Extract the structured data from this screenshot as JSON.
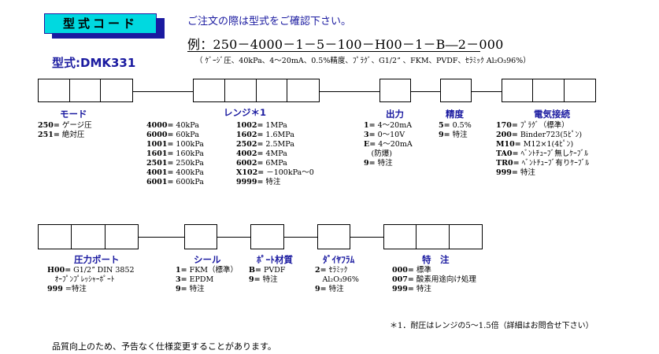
{
  "title_tab": "型式コード",
  "order_note": "ご注文の際は型式をご確認下さい。",
  "example_code": "例：250－4000－1－5－100－H00－1－B―2－000",
  "example_desc": "（ ｹﾞｰｼﾞ圧、40kPa、4～20mA、0.5%精度、ﾌﾟﾗｸﾞ、G1/2ˮ 、FKM、PVDF、ｾﾗﾐｯｸ Al₂O₃96%）",
  "model": "型式:DMK331",
  "sections": {
    "mode": {
      "header": "モード",
      "options": [
        [
          "250=",
          "ゲージ圧"
        ],
        [
          "251=",
          "絶対圧"
        ]
      ]
    },
    "range": {
      "header": "レンジ＊1",
      "col1": [
        [
          "4000=",
          "40kPa"
        ],
        [
          "6000=",
          "60kPa"
        ],
        [
          "1001=",
          "100kPa"
        ],
        [
          "1601=",
          "160kPa"
        ],
        [
          "2501=",
          "250kPa"
        ],
        [
          "4001=",
          "400kPa"
        ],
        [
          "6001=",
          "600kPa"
        ]
      ],
      "col2": [
        [
          "1002=",
          "1MPa"
        ],
        [
          "1602=",
          "1.6MPa"
        ],
        [
          "2502=",
          "2.5MPa"
        ],
        [
          "4002=",
          "4MPa"
        ],
        [
          "6002=",
          "6MPa"
        ],
        [
          "X102=",
          "－100kPa～0"
        ],
        [
          "9999=",
          "特注"
        ]
      ]
    },
    "output": {
      "header": "出力",
      "options": [
        [
          "1=",
          "4～20mA"
        ],
        [
          "3=",
          "0～10V"
        ],
        [
          "E=",
          "4～20mA"
        ],
        [
          "",
          "(防爆)"
        ],
        [
          "9=",
          "特注"
        ]
      ]
    },
    "accuracy": {
      "header": "精度",
      "options": [
        [
          "5=",
          "0.5%"
        ],
        [
          "9=",
          "特注"
        ]
      ]
    },
    "electrical": {
      "header": "電気接続",
      "options": [
        [
          "170=",
          "ﾌﾟﾗｸﾞ（標準）"
        ],
        [
          "200=",
          "Binder723(5ﾋﾟﾝ)"
        ],
        [
          "M10=",
          "M12×1(4ﾋﾟﾝ)"
        ],
        [
          "TA0=",
          "ﾍﾞﾝﾄﾁｭｰﾌﾞ無しｹｰﾌﾞﾙ"
        ],
        [
          "TR0=",
          "ﾍﾞﾝﾄﾁｭｰﾌﾞ有りｹｰﾌﾞﾙ"
        ],
        [
          "999=",
          "特注"
        ]
      ]
    },
    "pressure_port": {
      "header": "圧力ポート",
      "options": [
        [
          "H00=",
          "G1/2ˮ DIN 3852"
        ],
        [
          "",
          "ｵｰﾌﾟﾝﾌﾟﾚｯｼｬｰﾎﾟｰﾄ"
        ],
        [
          "999",
          "=特注"
        ]
      ]
    },
    "seal": {
      "header": "シール",
      "options": [
        [
          "1=",
          "FKM（標準）"
        ],
        [
          "3=",
          "EPDM"
        ],
        [
          "9=",
          "特注"
        ]
      ]
    },
    "port_material": {
      "header": "ﾎﾟｰﾄ材質",
      "options": [
        [
          "B=",
          "PVDF"
        ],
        [
          "9=",
          "特注"
        ]
      ]
    },
    "diaphragm": {
      "header": "ﾀﾞｲﾔﾌﾗﾑ",
      "options": [
        [
          "2=",
          "ｾﾗﾐｯｸ"
        ],
        [
          "",
          "Al₂O₃96%"
        ],
        [
          "9=",
          "特注"
        ]
      ]
    },
    "special": {
      "header": "特　注",
      "options": [
        [
          "000=",
          "標準"
        ],
        [
          "007=",
          "酸素用途向け処理"
        ],
        [
          "999=",
          "特注"
        ]
      ]
    }
  },
  "footnote": "＊1．耐圧はレンジの5～1.5倍（詳細はお問合せ下さい）",
  "disclaimer": "品質向上のため、予告なく仕様変更することがあります。"
}
